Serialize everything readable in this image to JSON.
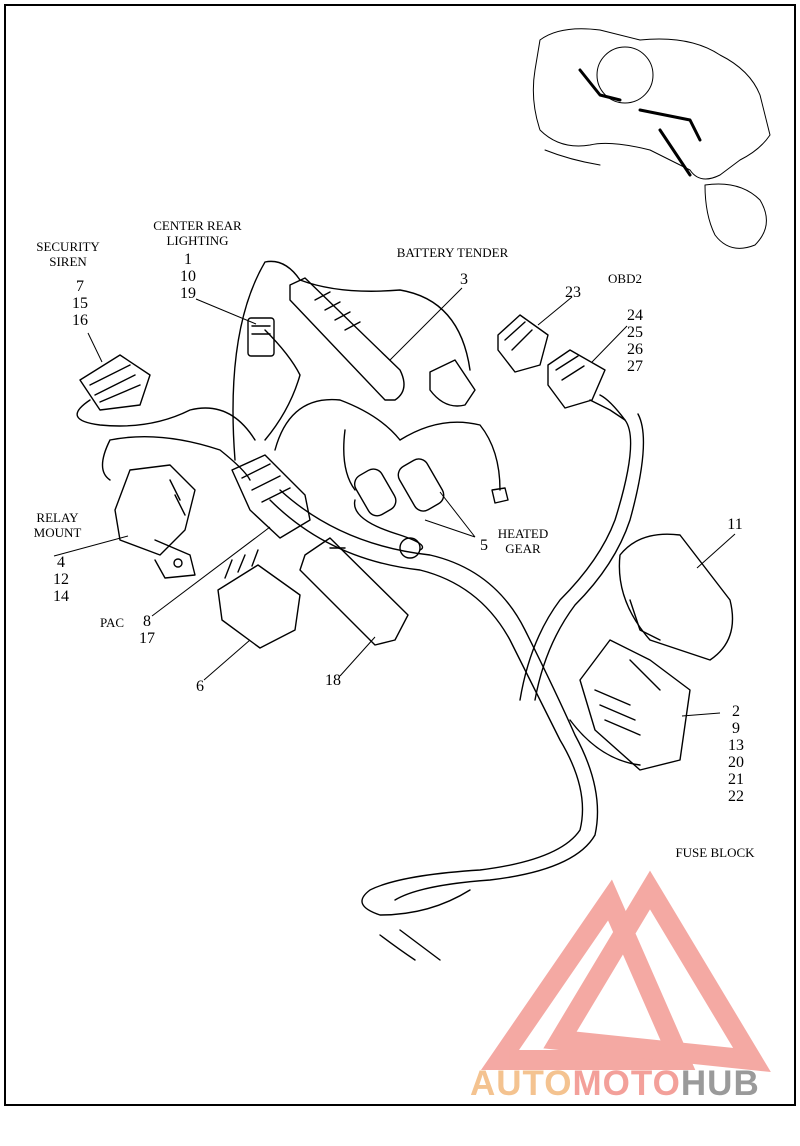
{
  "labels": {
    "security_siren": [
      "SECURITY",
      "SIREN"
    ],
    "center_rear_lighting": [
      "CENTER REAR",
      "LIGHTING"
    ],
    "battery_tender": "BATTERY TENDER",
    "obd2": "OBD2",
    "relay_mount": [
      "RELAY",
      "MOUNT"
    ],
    "pac": "PAC",
    "heated_gear": [
      "HEATED",
      "GEAR"
    ],
    "fuse_block": "FUSE BLOCK"
  },
  "callouts": {
    "security_siren": [
      "7",
      "15",
      "16"
    ],
    "center_rear_lighting": [
      "1",
      "10",
      "19"
    ],
    "battery_tender": [
      "3"
    ],
    "connector_23": [
      "23"
    ],
    "obd2": [
      "24",
      "25",
      "26",
      "27"
    ],
    "relay_mount": [
      "4",
      "12",
      "14"
    ],
    "pac_connector": [
      "8",
      "17"
    ],
    "relay_6": [
      "6"
    ],
    "connector_18": [
      "18"
    ],
    "heated_gear": [
      "5"
    ],
    "fuse_cover": [
      "11"
    ],
    "fuse_block": [
      "2",
      "9",
      "13",
      "20",
      "21",
      "22"
    ]
  },
  "watermark": {
    "parts": [
      "AUTO",
      "MOTO",
      "HUB"
    ],
    "colors": [
      "#f4c390",
      "#f3a09a",
      "#9a9a9a"
    ]
  }
}
